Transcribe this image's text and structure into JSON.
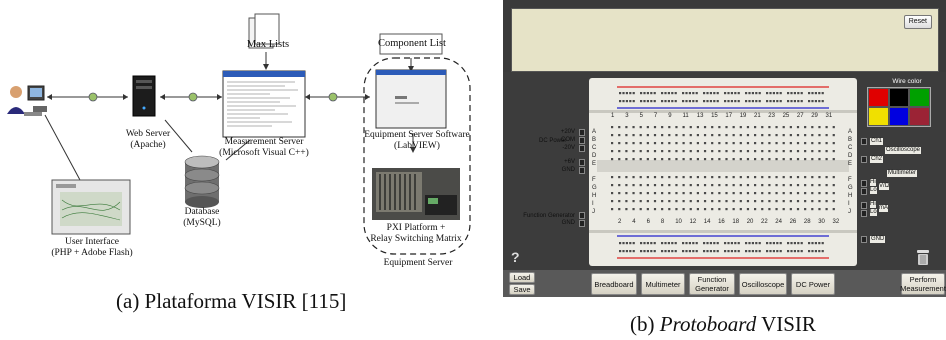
{
  "left_figure": {
    "caption": "(a) Plataforma VISIR [115]",
    "nodes": {
      "web_server": [
        "Web Server",
        "(Apache)"
      ],
      "measurement_server": [
        "Measurement Server",
        "(Microsoft Visual C++)"
      ],
      "max_lists": "Max Lists",
      "component_list": "Component List",
      "equipment_server_software": [
        "Equipment Server Software",
        "(LabVIEW)"
      ],
      "database": [
        "Database",
        "(MySQL)"
      ],
      "pxi_platform": [
        "PXI Platform +",
        "Relay Switching Matrix"
      ],
      "equipment_server": "Equipment Server",
      "user_interface": [
        "User Interface",
        "(PHP + Adobe Flash)"
      ]
    }
  },
  "right_figure": {
    "caption_prefix": "(b) ",
    "caption_italic": "Protoboard",
    "caption_suffix": " VISIR",
    "reset_label": "Reset",
    "wire_color_label": "Wire color",
    "wire_colors": [
      "#e00000",
      "#000000",
      "#00a000",
      "#f0e000",
      "#0000e0",
      "#9b2335"
    ],
    "column_numbers_top": [
      "1",
      "3",
      "5",
      "7",
      "9",
      "11",
      "13",
      "15",
      "17",
      "19",
      "21",
      "23",
      "25",
      "27",
      "29",
      "31"
    ],
    "column_numbers_bottom": [
      "2",
      "4",
      "6",
      "8",
      "10",
      "12",
      "14",
      "16",
      "18",
      "20",
      "22",
      "24",
      "26",
      "28",
      "30",
      "32"
    ],
    "row_letters_top": [
      "A",
      "B",
      "C",
      "D",
      "E"
    ],
    "row_letters_bottom": [
      "F",
      "G",
      "H",
      "I",
      "J"
    ],
    "dc_power": {
      "label": "DC Power",
      "terms": [
        "+20V",
        "COM",
        "-20V"
      ],
      "plus6": "+6V",
      "gnd": "GND"
    },
    "function_generator": {
      "label": "Function Generator",
      "gnd": "GND"
    },
    "oscilloscope": {
      "label": "Oscilloscope",
      "ch1": "Ch1",
      "ch2": "Ch2"
    },
    "multimeter": {
      "label": "Multimeter",
      "hi1": "Hi",
      "lo1": "Lo",
      "vomega": "V/Ω",
      "hi2": "Hi",
      "lo2": "Lo",
      "ma": "mA"
    },
    "gnd_right": "GND",
    "help": "?",
    "toolbar": {
      "load": "Load",
      "save": "Save",
      "breadboard": "Breadboard",
      "multimeter": "Multimeter",
      "function_generator": "Function Generator",
      "oscilloscope": "Oscilloscope",
      "dc_power": "DC Power",
      "perform_measurement": "Perform Measurement"
    }
  }
}
